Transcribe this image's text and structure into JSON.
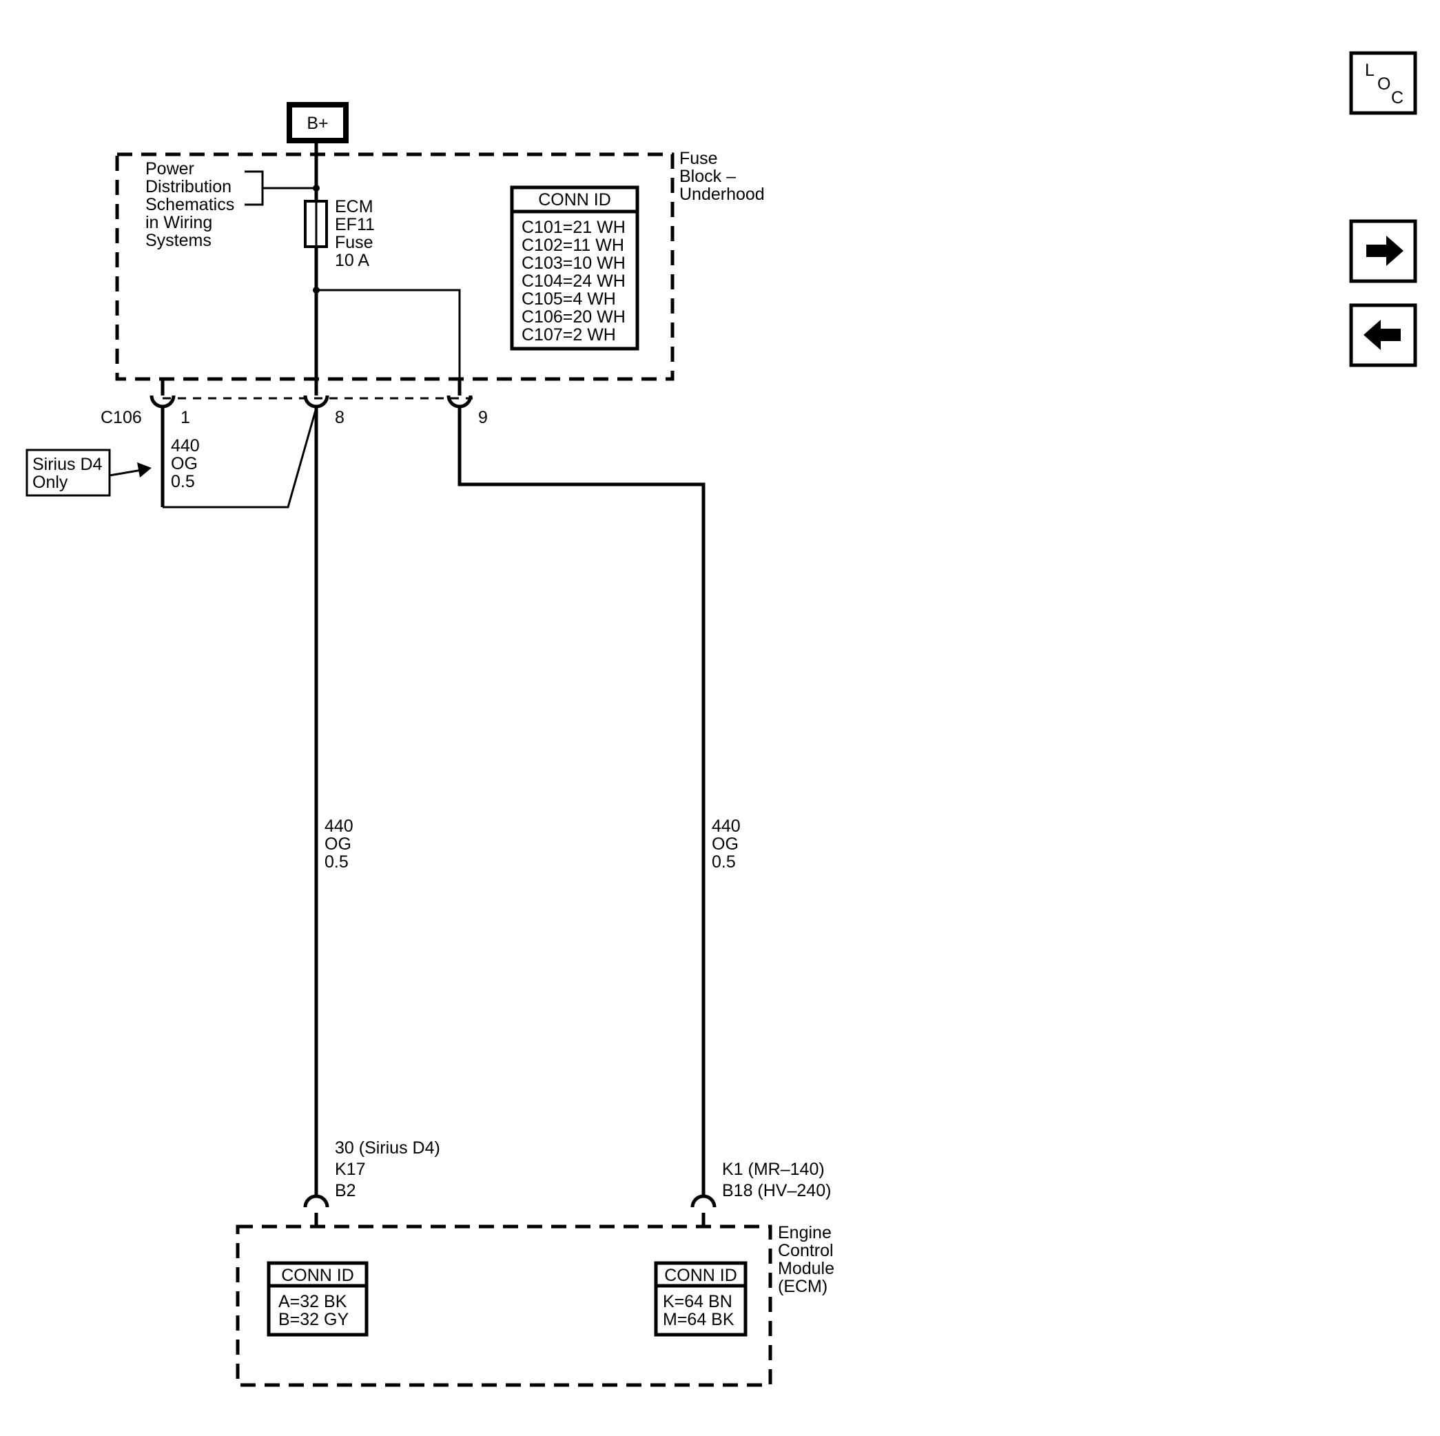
{
  "power_source": {
    "label": "B+"
  },
  "fuse_block": {
    "name_lines": [
      "Fuse",
      "Block –",
      "Underhood"
    ],
    "reference_lines": [
      "Power",
      "Distribution",
      "Schematics",
      "in Wiring",
      "Systems"
    ],
    "fuse_lines": [
      "ECM",
      "EF11",
      "Fuse",
      "10 A"
    ],
    "conn_id": {
      "title": "CONN ID",
      "rows": [
        "C101=21 WH",
        "C102=11 WH",
        "C103=10 WH",
        "C104=24 WH",
        "C105=4 WH",
        "C106=20 WH",
        "C107=2 WH"
      ]
    }
  },
  "connector_c106": {
    "label": "C106",
    "pins": [
      "1",
      "8",
      "9"
    ]
  },
  "option_note": {
    "lines": [
      "Sirius D4",
      "Only"
    ]
  },
  "wires": {
    "jumper": [
      "440",
      "OG",
      "0.5"
    ],
    "left": [
      "440",
      "OG",
      "0.5"
    ],
    "right": [
      "440",
      "OG",
      "0.5"
    ]
  },
  "ecm_pins": {
    "left": [
      "30 (Sirius D4)",
      "K17",
      "B2"
    ],
    "right": [
      "K1 (MR–140)",
      "B18 (HV–240)"
    ]
  },
  "ecm": {
    "name_lines": [
      "Engine",
      "Control",
      "Module",
      "(ECM)"
    ],
    "conn_left": {
      "title": "CONN ID",
      "rows": [
        "A=32 BK",
        "B=32 GY"
      ]
    },
    "conn_right": {
      "title": "CONN ID",
      "rows": [
        "K=64 BN",
        "M=64 BK"
      ]
    }
  },
  "nav": {
    "loc_letters": [
      "L",
      "O",
      "C"
    ],
    "next_icon": "arrow-right-icon",
    "prev_icon": "arrow-left-icon"
  }
}
